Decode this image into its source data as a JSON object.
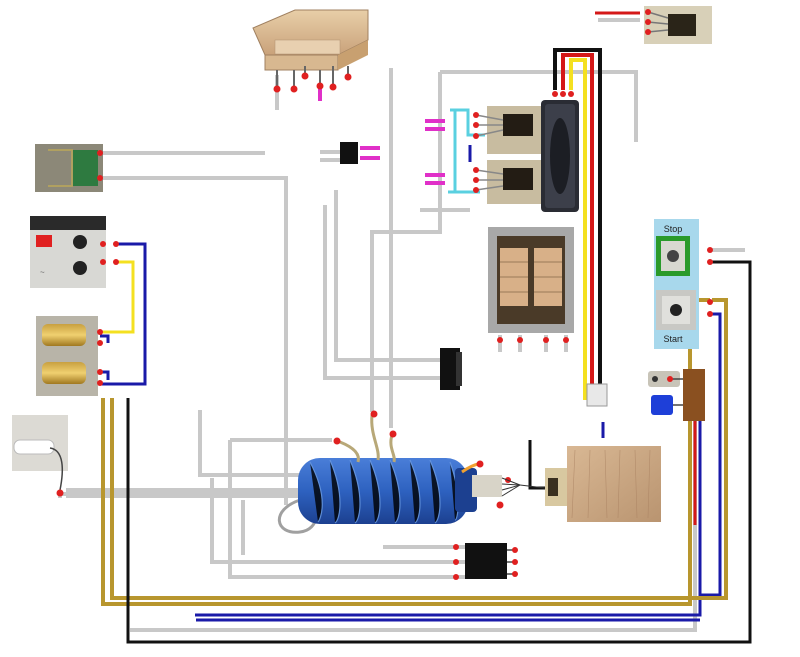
{
  "labels": {
    "stop": "Stop",
    "start": "Start"
  },
  "components": [
    "heater-block",
    "fan",
    "mosfet-upper",
    "mosfet-lower",
    "transformer",
    "coil-bundle",
    "stop-switch",
    "start-switch",
    "power-meter",
    "terminal-posts",
    "relay-chip",
    "capacitor-small",
    "capacitor-blue",
    "terminal-strip-brown",
    "regulator-black",
    "cork-block",
    "sensor-probe",
    "diode-top",
    "diode-right"
  ],
  "colors": {
    "wire_gray": "#c8c8c8",
    "wire_blue": "#1a1aa8",
    "wire_gold": "#b8962e",
    "wire_yellow": "#f4e020",
    "wire_black": "#111111",
    "wire_red": "#d41818",
    "wire_magenta": "#e030c8",
    "wire_cyan": "#5ad0e0",
    "coil_blue": "#2e62c0",
    "switch_panel": "#a8d8ec",
    "switch_green": "#2a9a2a",
    "terminal_brown": "#8a5020",
    "pad_red": "#e02020"
  }
}
